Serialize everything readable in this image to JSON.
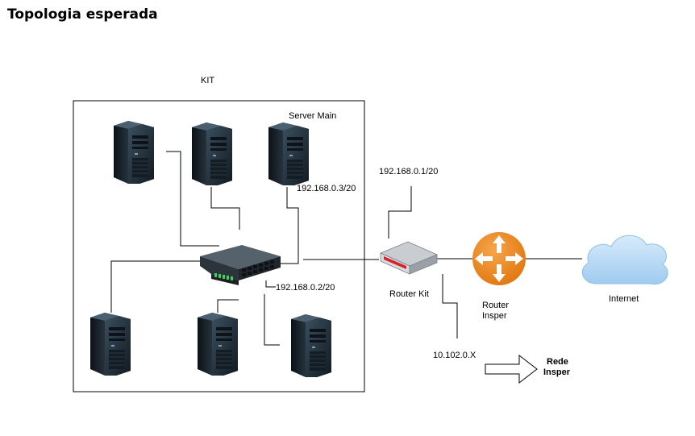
{
  "title": "Topologia esperada",
  "kit_label": "KIT",
  "server_main_label": "Server Main",
  "ip_server_main": "192.168.0.3/20",
  "ip_router_kit": "192.168.0.1/20",
  "ip_switch": "192.168.0.2/20",
  "router_kit_label": "Router Kit",
  "router_insper_label_line1": "Router",
  "router_insper_label_line2": "Insper",
  "internet_label": "Internet",
  "insper_ip": "10.102.0.X",
  "rede_insper_line1": "Rede",
  "rede_insper_line2": "Insper",
  "colors": {
    "router_insper": "#f18b21",
    "cloud": "#bcdcf5",
    "server_dark": "#1c2832",
    "switch_dark": "#2b333b"
  }
}
